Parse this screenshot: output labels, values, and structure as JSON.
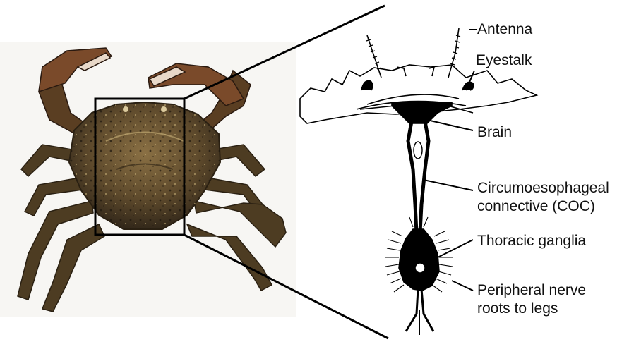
{
  "labels": {
    "antenna": "Antenna",
    "eyestalk": "Eyestalk",
    "brain": "Brain",
    "coc_line1": "Circumoesophageal",
    "coc_line2": "connective (COC)",
    "thoracic": "Thoracic ganglia",
    "nerve_line1": "Peripheral nerve",
    "nerve_line2": "roots to legs"
  },
  "colors": {
    "shell_dark": "#3f3220",
    "shell_mid": "#6b5532",
    "shell_light": "#a88d5c",
    "claw": "#7a4a2a",
    "claw_tip": "#e8d8c8",
    "ink": "#111111",
    "photo_bg": "#f7f6f3"
  }
}
